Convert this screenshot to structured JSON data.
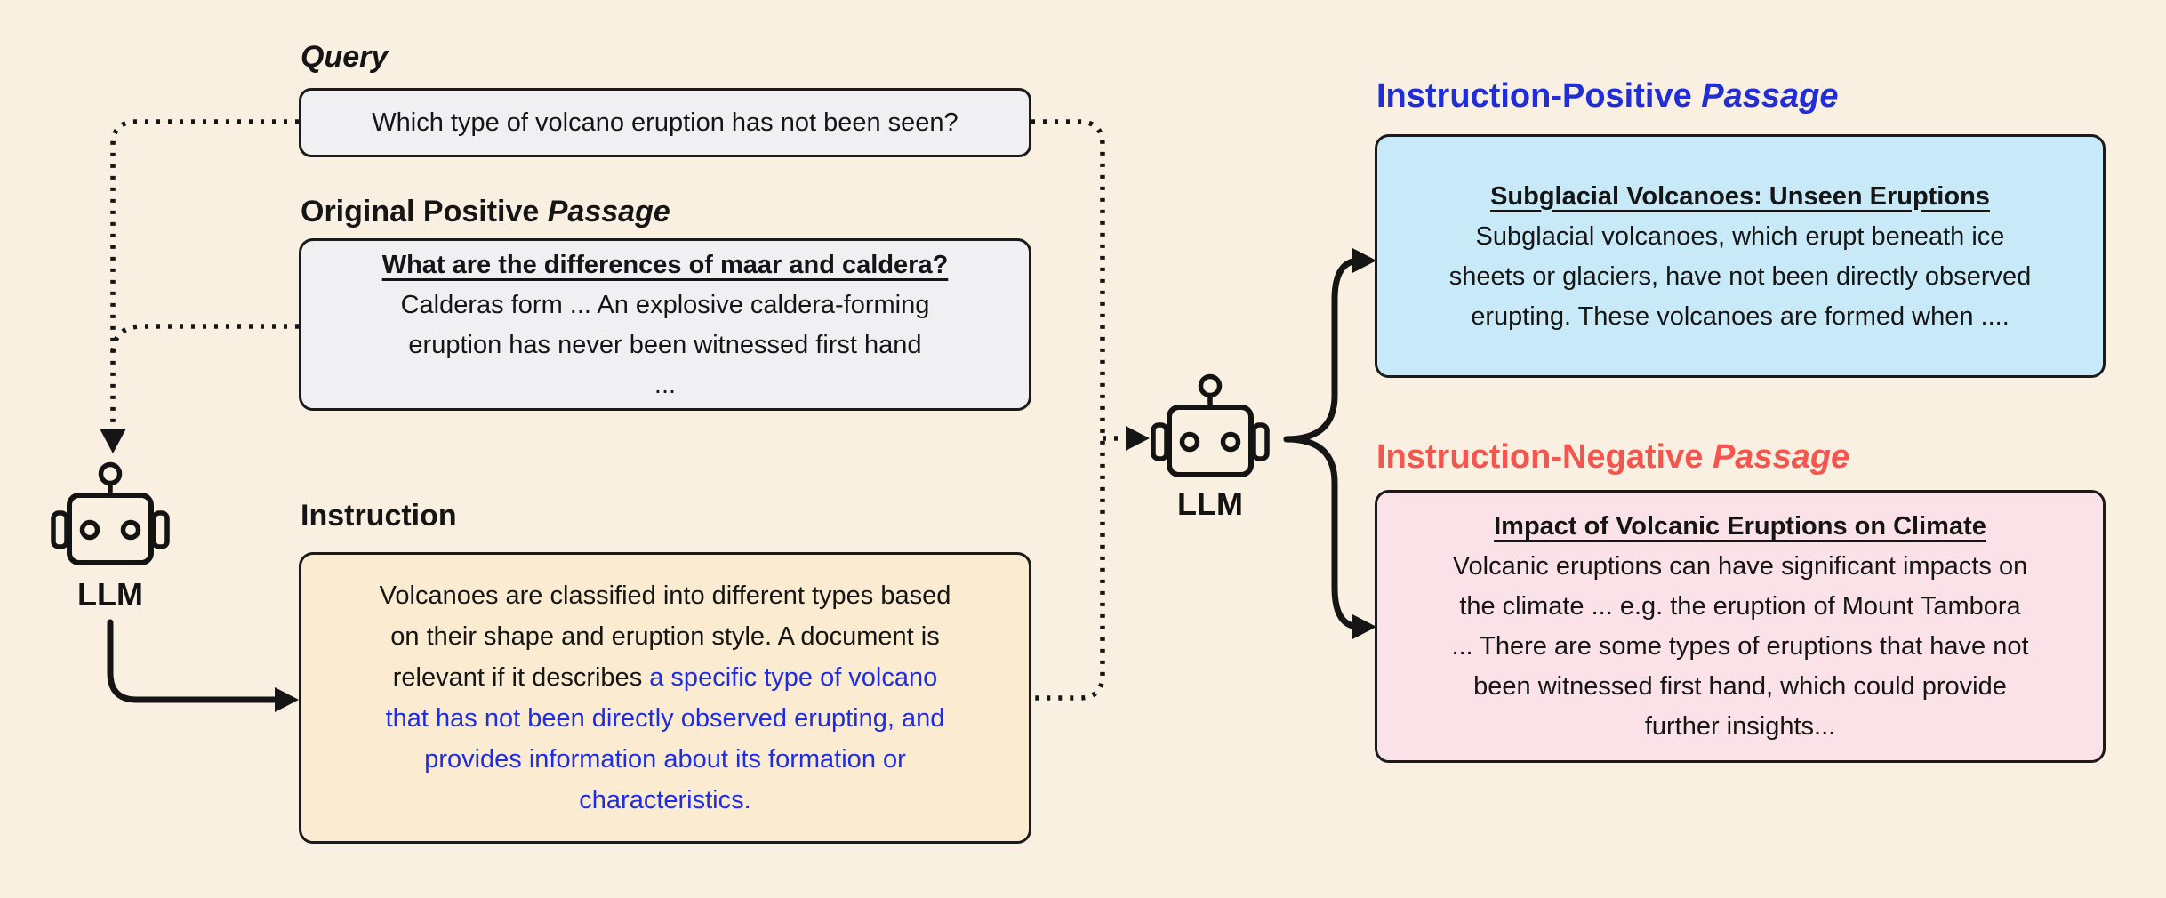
{
  "diagram": {
    "background": "#FAF0E1",
    "colors": {
      "positive_heading_blue": "#212ED8",
      "negative_heading_red": "#F4564F",
      "instruction_highlight_blue": "#1E2DE4",
      "query_box_gray": "#F0EFF1",
      "instruction_box_cream": "#FAEBD1",
      "positive_box_blue": "#C8EAF8",
      "negative_box_pink": "#FBE2E8",
      "line_ink": "#151515"
    }
  },
  "left": {
    "query_label": "Query",
    "query_text": "Which type of volcano eruption has not been seen?",
    "passage_label_main": "Original Positive ",
    "passage_label_italic": "Passage",
    "passage_title": "What are the differences of maar and caldera?",
    "passage_body": "Calderas form ... An explosive caldera-forming\neruption has never been witnessed first hand\n...",
    "instruction_label": "Instruction",
    "instruction_text_plain": "Volcanoes are classified into different types based\non their shape and eruption style. A document is\nrelevant if it describes ",
    "instruction_text_highlight": "a specific type of volcano\nthat has not been directly observed erupting, and\nprovides information about its formation or\ncharacteristics."
  },
  "llm1": {
    "label": "LLM"
  },
  "llm2": {
    "label": "LLM"
  },
  "right": {
    "positive_label_main": "Instruction-Positive ",
    "positive_label_italic": "Passage",
    "positive_title": "Subglacial Volcanoes: Unseen Eruptions",
    "positive_body": "Subglacial volcanoes, which erupt beneath ice\nsheets or glaciers, have not been directly observed\nerupting. These volcanoes are formed when ....",
    "negative_label_main": "Instruction-Negative ",
    "negative_label_italic": "Passage",
    "negative_title": "Impact of Volcanic Eruptions on Climate",
    "negative_body": "Volcanic eruptions can have significant impacts on\nthe climate ... e.g. the eruption of Mount Tambora\n... There are some types of eruptions that have not\nbeen witnessed first hand, which could provide\nfurther insights..."
  }
}
